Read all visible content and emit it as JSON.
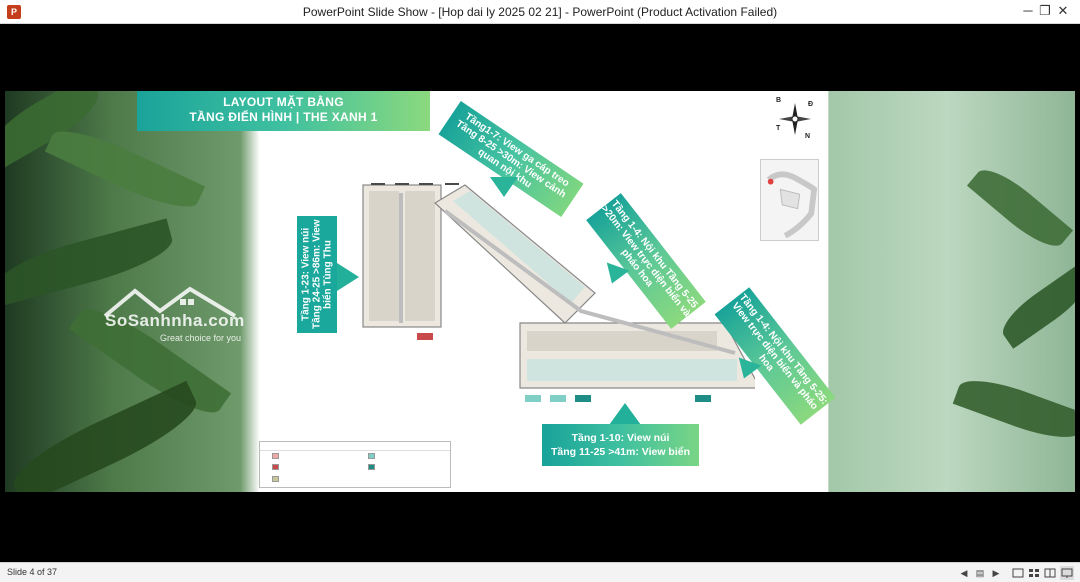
{
  "window": {
    "title": "PowerPoint Slide Show - [Hop dai ly 2025 02 21] - PowerPoint (Product Activation Failed)",
    "app_icon_letter": "P",
    "minimize_glyph": "─",
    "maximize_glyph": "❐",
    "close_glyph": "✕"
  },
  "slide": {
    "banner_line1": "LAYOUT MẶT BẰNG",
    "banner_line2": "TẦNG ĐIỂN HÌNH | THE XANH 1",
    "watermark_brand": "SoSanhnha.com",
    "watermark_tagline": "Great choice for you",
    "compass": {
      "north": "B",
      "east": "Đ",
      "south": "N",
      "west": "T"
    },
    "callouts": {
      "left": "Tầng 1-23: View núi Tầng 24-25 >86m: View biển Tùng Thu",
      "top": "Tầng1-7: View ga cáp treo Tầng 8-25 >30m: View cảnh quan nội khu",
      "mid": "Tầng 1-4: Nội khu Tầng 5-25 >20m: View trực diện biển và pháo hoa",
      "right": "Tầng 1-4: Nội khu Tầng 5-25: View trực diện biển và pháo hoa",
      "bottom_line1": "Tầng 1-10: View núi",
      "bottom_line2": "Tầng 11-25 >41m: View biển"
    },
    "colors": {
      "accent_teal": "#1ba89c",
      "accent_green": "#8bd97e",
      "legend_pink": "#f2a7a7",
      "legend_red": "#c84a4a",
      "legend_olive": "#c9c79a",
      "legend_teal_light": "#7fcfc7",
      "legend_teal_dark": "#1f8c86"
    }
  },
  "status": {
    "slide_indicator": "Slide 4 of 37",
    "prev_glyph": "◀",
    "menu_glyph": "▤",
    "next_glyph": "▶"
  }
}
